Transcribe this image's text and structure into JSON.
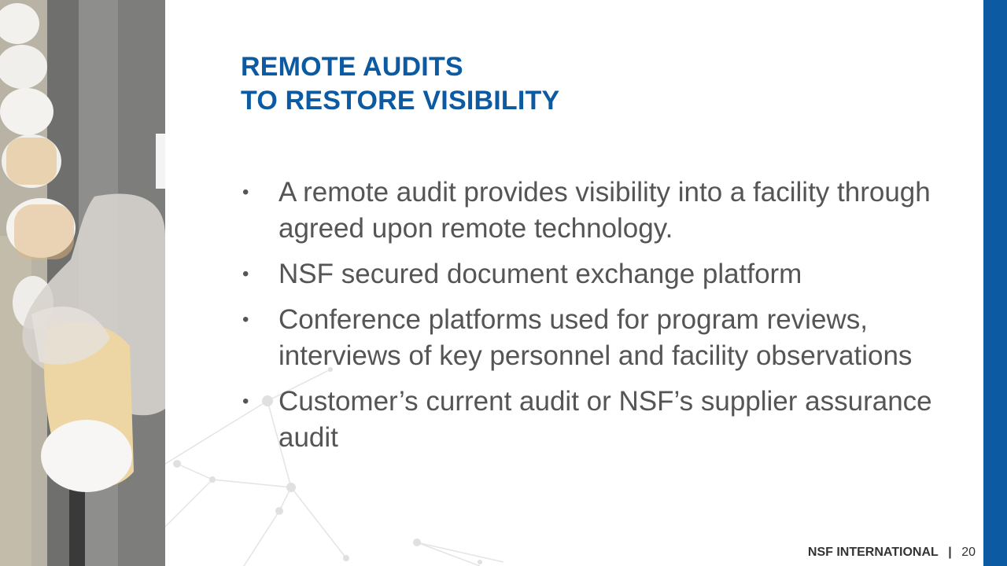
{
  "slide": {
    "title_lines": [
      "REMOTE AUDITS",
      "TO RESTORE VISIBILITY"
    ],
    "bullets": [
      "A remote audit provides visibility into a facility through agreed upon remote technology.",
      "NSF secured document exchange platform",
      "Conference platforms used for program reviews, interviews of key personnel and facility observations",
      "Customer’s current audit or NSF’s supplier assurance audit"
    ],
    "bullet_glyph": "•",
    "footer": {
      "organization": "NSF INTERNATIONAL",
      "separator": "|",
      "page_number": "20"
    }
  },
  "colors": {
    "accent_blue": "#0b5aa2",
    "body_text": "#555555",
    "footer_text": "#333333"
  },
  "icons": {
    "left_image": "ice-cream-cone-production-photo",
    "background_graphic": "network-nodes-graphic"
  }
}
